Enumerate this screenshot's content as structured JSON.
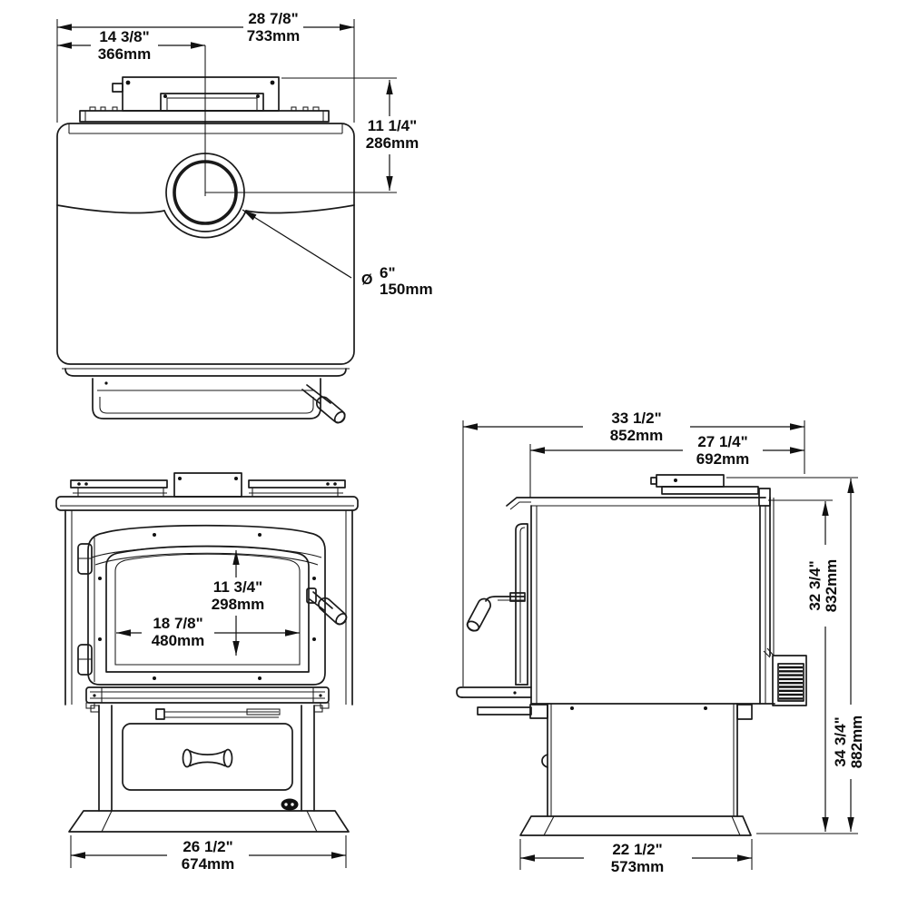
{
  "colors": {
    "line": "#1a1a1a",
    "background": "#ffffff",
    "text": "#111111"
  },
  "top_view": {
    "width_overall": {
      "in": "28 7/8\"",
      "mm": "733mm"
    },
    "flue_center_from_left": {
      "in": "14 3/8\"",
      "mm": "366mm"
    },
    "flue_center_from_rear": {
      "in": "11 1/4\"",
      "mm": "286mm"
    },
    "flue_diameter": {
      "symbol": "Ø",
      "in": "6\"",
      "mm": "150mm"
    }
  },
  "front_view": {
    "glass_height": {
      "in": "11 3/4\"",
      "mm": "298mm"
    },
    "glass_width": {
      "in": "18 7/8\"",
      "mm": "480mm"
    },
    "base_width": {
      "in": "26 1/2\"",
      "mm": "674mm"
    }
  },
  "side_view": {
    "depth_overall": {
      "in": "33 1/2\"",
      "mm": "852mm"
    },
    "depth_to_rear_shield": {
      "in": "27 1/4\"",
      "mm": "692mm"
    },
    "height_to_top_plate": {
      "in": "32 3/4\"",
      "mm": "832mm"
    },
    "height_overall": {
      "in": "34 3/4\"",
      "mm": "882mm"
    },
    "base_depth": {
      "in": "22 1/2\"",
      "mm": "573mm"
    }
  }
}
